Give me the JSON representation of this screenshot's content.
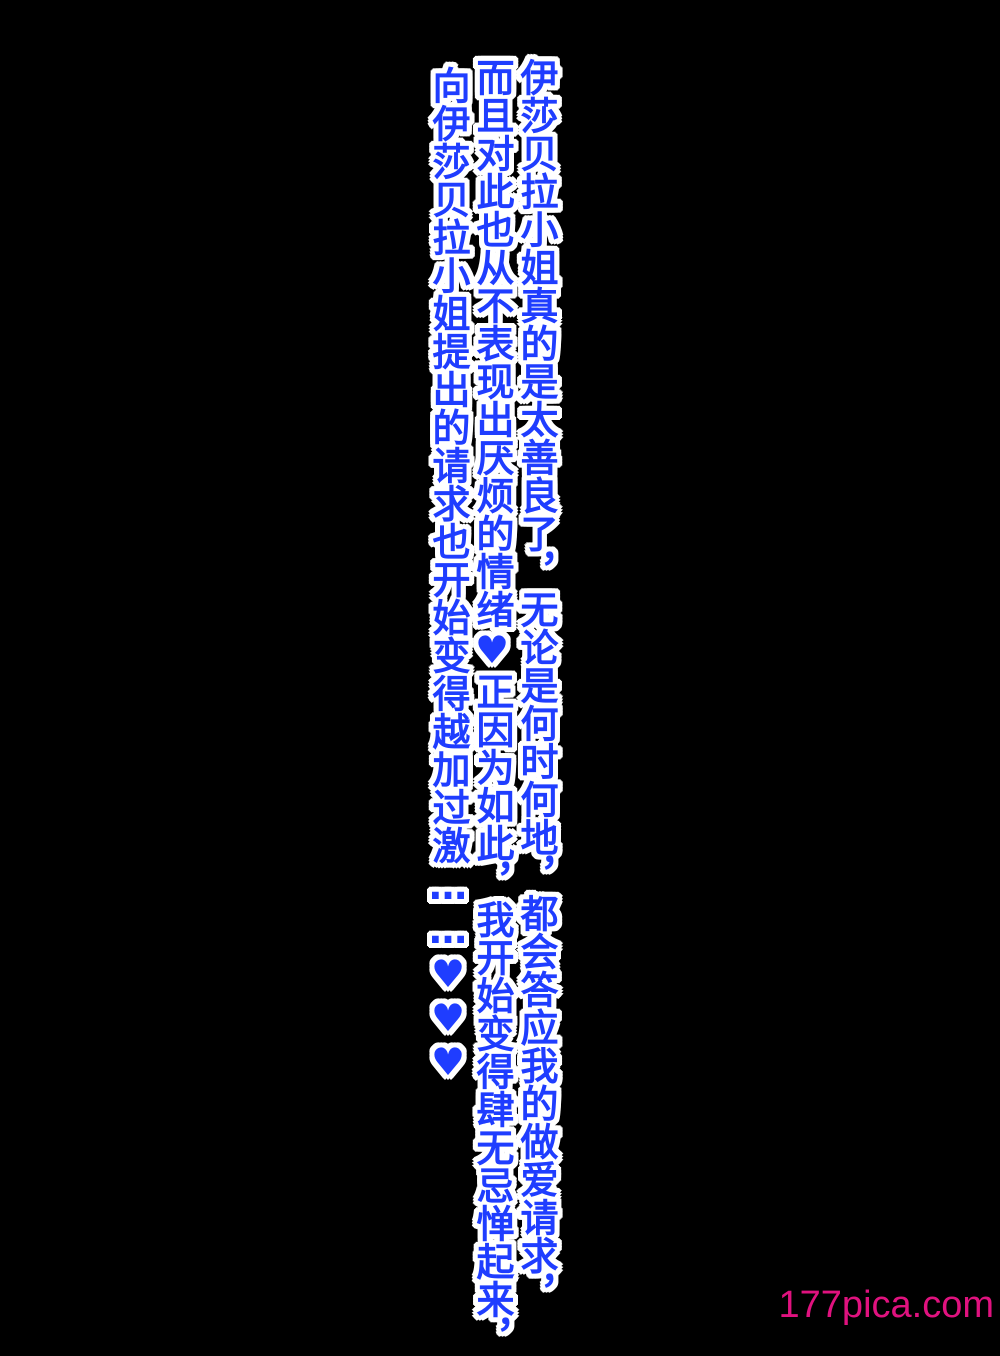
{
  "text_columns": [
    "伊莎贝拉小姐真的是太善良了，无论是何时何地，都会答应我的做爱请求，",
    "而且对此也从不表现出厌烦的情绪♥正因为如此，我开始变得肆无忌惮起来，",
    "向伊莎贝拉小姐提出的请求也开始变得越加过激……♥♥♥"
  ],
  "watermark": "177pica.com",
  "colors": {
    "background": "#000000",
    "text_fill": "#1f3dff",
    "text_outline": "#ffffff",
    "watermark": "#e0127f"
  }
}
